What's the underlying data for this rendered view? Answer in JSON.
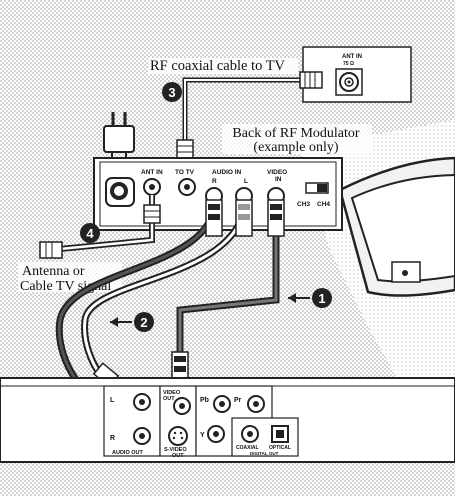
{
  "labels": {
    "rf_cable": "RF coaxial cable to TV",
    "back_line1": "Back of RF Modulator",
    "back_line2": "(example only)",
    "antenna_line1": "Antenna or",
    "antenna_line2": "Cable TV signal"
  },
  "tv_jack": {
    "line1": "ANT IN",
    "line2": "75 Ω"
  },
  "modulator": {
    "ant_in": "ANT IN",
    "to_tv": "TO TV",
    "audio_in": "AUDIO IN",
    "audio_r": "R",
    "audio_l": "L",
    "video_in_1": "VIDEO",
    "video_in_2": "IN",
    "ch3": "CH3",
    "ch4": "CH4"
  },
  "player": {
    "l": "L",
    "r": "R",
    "video_out_1": "VIDEO",
    "video_out_2": "OUT",
    "pb": "Pb",
    "pr": "Pr",
    "y": "Y",
    "s_video_1": "S-VIDEO",
    "s_video_2": "OUT",
    "coaxial": "COAXIAL",
    "optical": "OPTICAL",
    "digital_out": "DIGITAL OUT",
    "audio_out": "AUDIO OUT"
  },
  "steps": [
    "1",
    "2",
    "3",
    "4"
  ]
}
